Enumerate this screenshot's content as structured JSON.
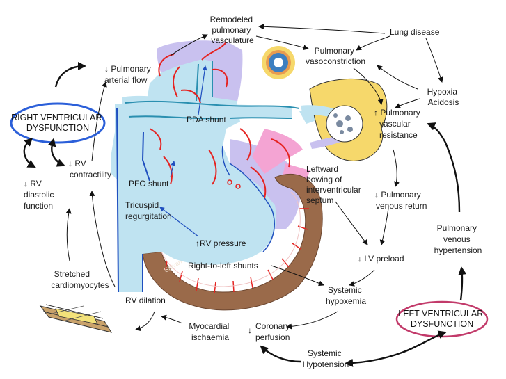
{
  "labels": {
    "remodeled": [
      "Remodeled",
      "pulmonary",
      "vasculature"
    ],
    "lung_disease": "Lung disease",
    "pulm_vasoconstriction": [
      "Pulmonary",
      "vasoconstriction"
    ],
    "hypoxia": [
      "Hypoxia",
      "Acidosis"
    ],
    "pulm_vascular_resistance": [
      "Pulmonary",
      "vascular",
      "resistance"
    ],
    "pulm_arterial_flow": [
      "Pulmonary",
      "arterial flow"
    ],
    "rvd": [
      "RIGHT VENTRICULAR",
      "DYSFUNCTION"
    ],
    "rv_contractility": [
      "RV",
      "contractility"
    ],
    "rv_diastolic": [
      "RV",
      "diastolic",
      "function"
    ],
    "pda_shunt": "PDA shunt",
    "pfo_shunt": "PFO shunt",
    "tricuspid": [
      "Tricuspid",
      "regurgitation"
    ],
    "rv_pressure": "RV pressure",
    "leftward_bowing": [
      "Leftward",
      "bowing of",
      "interventricular",
      "septum"
    ],
    "pulm_venous_return": [
      "Pulmonary",
      "venous return"
    ],
    "pulm_venous_hypertension": [
      "Pulmonary",
      "venous",
      "hypertension"
    ],
    "lv_preload": "LV preload",
    "right_to_left": "Right-to-left shunts",
    "systemic_hypoxemia": [
      "Systemic",
      "hypoxemia"
    ],
    "lvd": [
      "LEFT VENTRICULAR",
      "DYSFUNCTION"
    ],
    "stretched": [
      "Stretched",
      "cardiomyocytes"
    ],
    "rv_dilation": "RV dilation",
    "myocardial": [
      "Myocardial",
      "ischaemia"
    ],
    "coronary": [
      "Coronary",
      "perfusion"
    ],
    "systemic_hypotension": [
      "Systemic",
      "Hypotension"
    ],
    "signature": "Satyan"
  },
  "colors": {
    "vessel_blue": "#bfe3f1",
    "lavender": "#c9c1ef",
    "pink": "#f4a4d3",
    "myocardium": "#9a6a4a",
    "artery_red": "#e52321",
    "vein_blue": "#1f4fbf",
    "rvd_ellipse": "#2b5fd9",
    "lvd_ellipse": "#c23a6a",
    "lung_yellow": "#f6d86b"
  }
}
